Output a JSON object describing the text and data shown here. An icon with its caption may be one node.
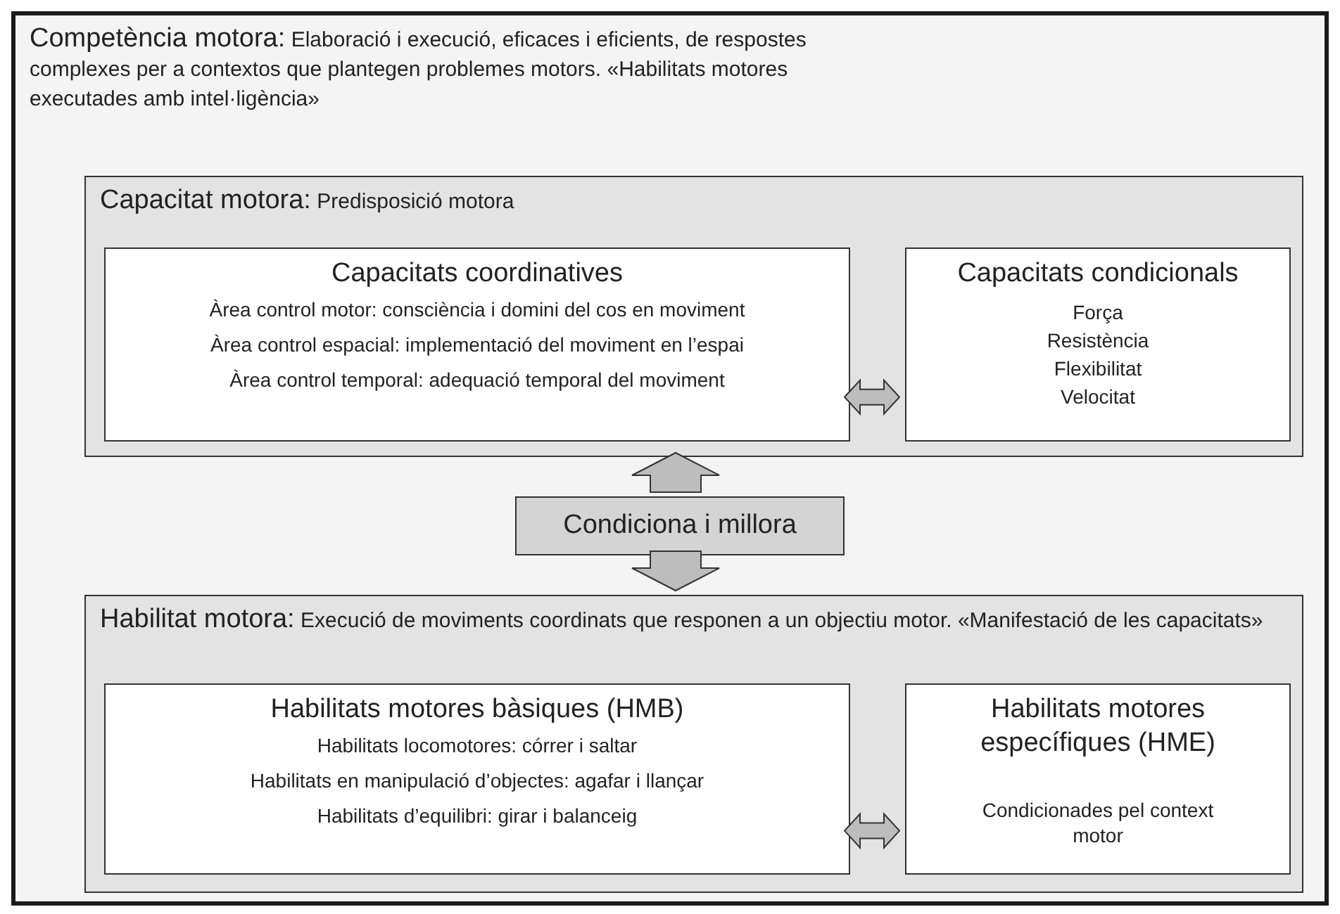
{
  "diagram": {
    "nodes": [
      {
        "text": [
          "Competència motora:",
          "Elaboració i execució, eficaces i eficients, de respostes complexes per a contextos que plantegen problemes motors. «Habilitats motores executades amb intel·ligència»"
        ]
      },
      {
        "text": [
          "Capacitat motora:",
          "Predisposició motora"
        ],
        "in": 0
      },
      {
        "text": [
          "Capacitats coordinatives",
          "Àrea control motor: consciència i domini del cos en moviment",
          "Àrea control espacial: implementació del moviment en l’espai",
          "Àrea control temporal: adequació temporal del moviment"
        ],
        "in": 1
      },
      {
        "text": [
          "Capacitats condicionals",
          "Força",
          "Resistència",
          "Flexibilitat",
          "Velocitat"
        ],
        "in": 1
      },
      {
        "text": [
          "Condiciona i millora"
        ],
        "in": 0
      },
      {
        "text": [
          "Habilitat motora:",
          "Execució de moviments coordinats que responen a un objectiu motor. «Manifestació de les capacitats»"
        ],
        "in": 0
      },
      {
        "text": [
          "Habilitats motores bàsiques (HMB)",
          "Habilitats locomotores: córrer i saltar",
          "Habilitats en manipulació d’objectes: agafar i llançar",
          "Habilitats d’equilibri: girar i balanceig"
        ],
        "in": 5
      },
      {
        "text": [
          "Habilitats motores específiques (HME)",
          "Condicionades pel context motor"
        ],
        "in": 5
      }
    ],
    "edges": [
      {
        "from": 2,
        "to": 3,
        "arrow": "both"
      },
      {
        "from": 4,
        "to": 1,
        "arrow": "to"
      },
      {
        "from": 4,
        "to": 5,
        "arrow": "to"
      },
      {
        "from": 6,
        "to": 7,
        "arrow": "both"
      }
    ]
  }
}
